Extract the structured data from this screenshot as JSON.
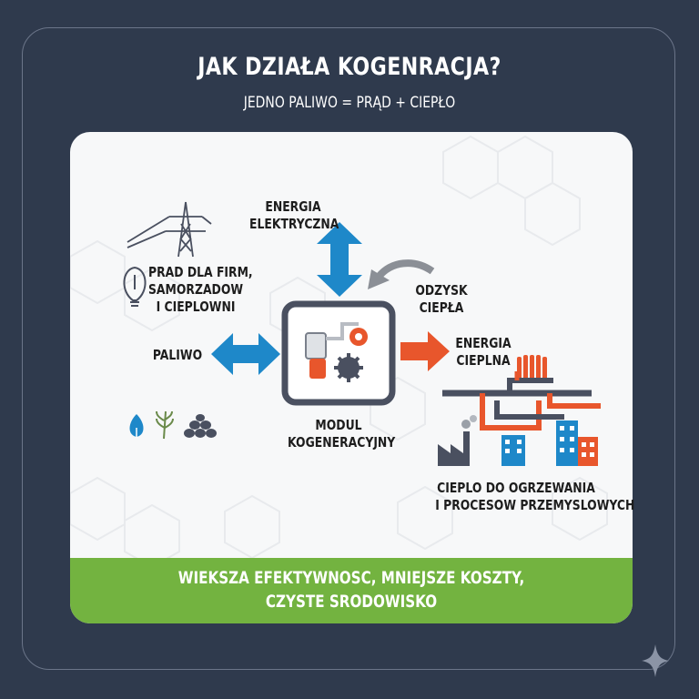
{
  "title": "JAK DZIAŁA KOGENRACJA?",
  "subtitle": "JEDNO PALIWO = PRĄD + CIEPŁO",
  "labels": {
    "energia_elektryczna": [
      "ENERGIA",
      "ELEKTRYCZNA"
    ],
    "prad": [
      "PRAD DLA FIRM,",
      "SAMORZADOW",
      "I CIEPLOWNI"
    ],
    "odzysk": [
      "ODZYSK",
      "CIEPŁA"
    ],
    "paliwo": "PALIWO",
    "energia_cieplna": [
      "ENERGIA",
      "CIEPLNA"
    ],
    "modul": [
      "MODUL",
      "KOGENERACYJNY"
    ],
    "cieplo": [
      "CIEPLO DO OGRZEWANIA",
      "I PROCESOW PRZEMYSLOWYCH"
    ]
  },
  "banner": [
    "WIEKSZA EFEKTYWNOSC, MNIEJSZE KOSZTY,",
    "CZYSTE SRODOWISKO"
  ],
  "colors": {
    "background": "#2f3a4d",
    "blue_arrow": "#1e88c9",
    "orange_arrow": "#e8562c",
    "green_banner": "#73b340",
    "module_gray": "#4a5060"
  },
  "icons": [
    "power-pylon-icon",
    "light-bulb-icon",
    "fuel-icons",
    "cogeneration-module-icon",
    "radiator-icon",
    "factory-icon",
    "buildings-icon",
    "sparkle-icon"
  ]
}
